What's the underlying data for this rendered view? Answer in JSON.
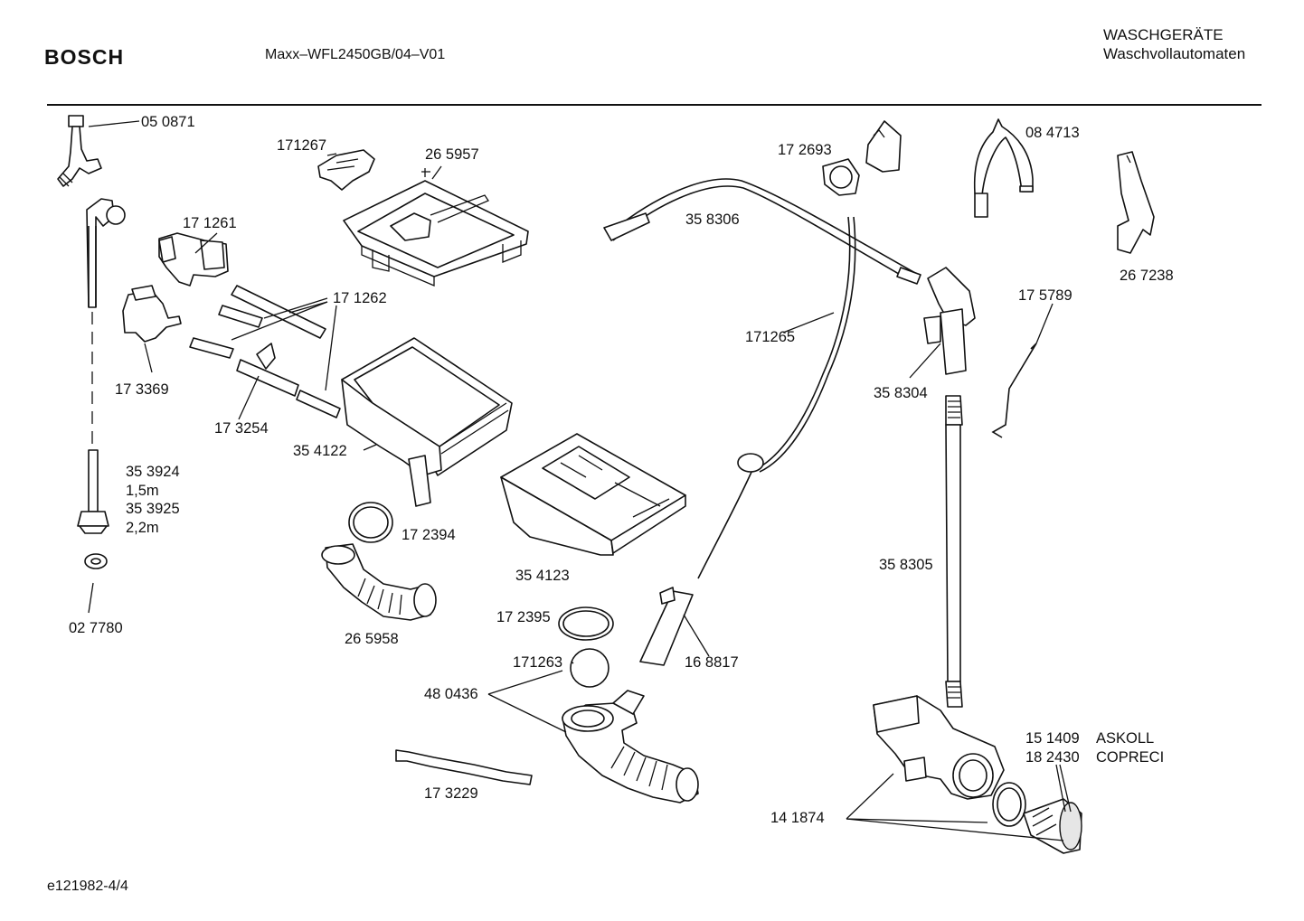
{
  "header": {
    "brand": "BOSCH",
    "model": "Maxx–WFL2450GB/04–V01",
    "category_line1": "WASCHGERÄTE",
    "category_line2": "Waschvollautomaten"
  },
  "footer": {
    "code": "e121982-4/4"
  },
  "parts": {
    "p050871": "05 0871",
    "p171267": "171267",
    "p265957": "26 5957",
    "p171261": "17 1261",
    "p171262": "17 1262",
    "p173369": "17 3369",
    "p173254": "17 3254",
    "p354122": "35 4122",
    "p353924": "35 3924",
    "len15": "1,5m",
    "p353925": "35 3925",
    "len22": "2,2m",
    "p027780": "02 7780",
    "p172394": "17 2394",
    "p265958": "26 5958",
    "p354123": "35 4123",
    "p172395": "17 2395",
    "p171263": "171263",
    "p480436": "48 0436",
    "p173229": "17 3229",
    "p168817": "16 8817",
    "p171265": "171265",
    "p358306": "35 8306",
    "p172693": "17 2693",
    "p084713": "08 4713",
    "p267238": "26 7238",
    "p175789": "17 5789",
    "p358304": "35 8304",
    "p358305": "35 8305",
    "p151409": "15 1409",
    "askoll": "ASKOLL",
    "p182430": "18 2430",
    "copreci": "COPRECI",
    "p141874": "14 1874"
  }
}
